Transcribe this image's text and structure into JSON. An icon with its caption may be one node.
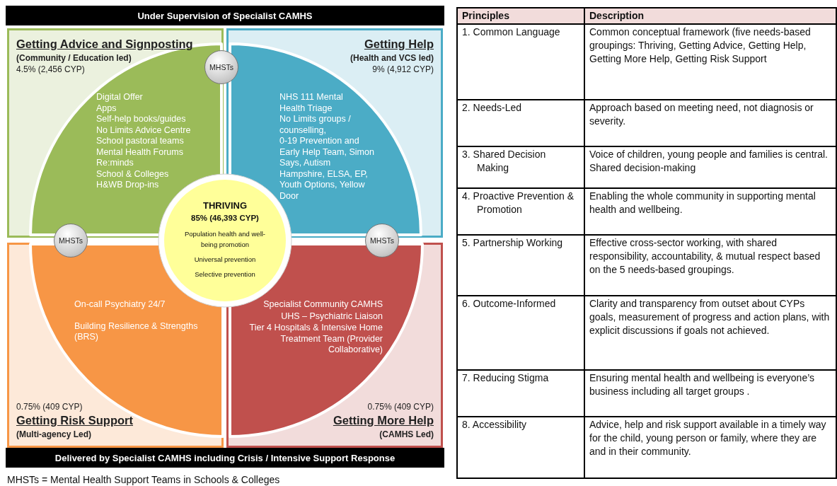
{
  "diagram": {
    "nodes": [
      {
        "text": [
          "Under Supervision of Specialist CAMHS"
        ]
      },
      {
        "text": [
          "Getting Advice and Signposting",
          "(Community / Education led)",
          "4.5% (2,456 CYP)"
        ]
      },
      {
        "text": [
          "Digital Offer",
          "Apps",
          "Self-help books/guides",
          "No Limits Advice Centre",
          "School pastoral teams",
          "Mental Health Forums",
          "Re:minds",
          "School & Colleges",
          "H&WB Drop-ins"
        ],
        "in": 1
      },
      {
        "text": [
          "Getting Help",
          "(Health and VCS led)",
          "9% (4,912 CYP)"
        ]
      },
      {
        "text": [
          "NHS 111 Mental Health Triage",
          "No Limits groups / counselling,",
          "0-19 Prevention and Early Help Team, Simon Says, Autism Hampshire, ELSA, EP, Youth Options, Yellow Door"
        ],
        "in": 3
      },
      {
        "text": [
          "0.75% (409 CYP)",
          "Getting Risk Support",
          "(Multi-agency Led)"
        ]
      },
      {
        "text": [
          "On-call Psychiatry 24/7",
          "Building Resilience & Strengths (BRS)"
        ],
        "in": 5
      },
      {
        "text": [
          "0.75% (409 CYP)",
          "Getting More Help",
          "(CAMHS Led)"
        ]
      },
      {
        "text": [
          "Specialist Community CAMHS",
          "UHS – Psychiatric Liaison",
          "Tier 4 Hospitals & Intensive Home Treatment Team (Provider Collaborative)"
        ],
        "in": 7
      },
      {
        "text": [
          "THRIVING",
          "85% (46,393 CYP)",
          "Population health and well-being promotion",
          "Universal prevention",
          "Selective prevention"
        ]
      },
      {
        "text": [
          "MHSTs"
        ]
      },
      {
        "text": [
          "MHSTs"
        ]
      },
      {
        "text": [
          "MHSTs"
        ]
      },
      {
        "text": [
          "Delivered by Specialist CAMHS including Crisis / Intensive Support Response"
        ]
      }
    ],
    "labels": [
      "MHSTs = Mental Health Support Teams in Schools & Colleges",
      "Principles",
      "Description",
      "1. Common Language",
      "Common conceptual framework (five needs-based groupings: Thriving, Getting Advice, Getting Help, Getting More Help, Getting Risk Support",
      "2. Needs-Led",
      "Approach based on meeting need, not diagnosis or severity.",
      "3. Shared Decision Making",
      "Voice of children, young people and families is central. Shared decision-making",
      "4. Proactive Prevention & Promotion",
      "Enabling the whole community in supporting mental health and wellbeing.",
      "5. Partnership Working",
      "Effective cross-sector working, with shared responsibility, accountability, & mutual respect based on the 5 needs-based groupings.",
      "6. Outcome-Informed",
      "Clarity and transparency from outset about CYPs goals, measurement of progress and action plans, with explicit discussions if goals not achieved.",
      "7. Reducing Stigma",
      "Ensuring mental health and wellbeing is everyone’s business including all target groups .",
      "8. Accessibility",
      "Advice, help and risk support available in a timely way for the child, young person or family, where they are and in their community."
    ]
  }
}
